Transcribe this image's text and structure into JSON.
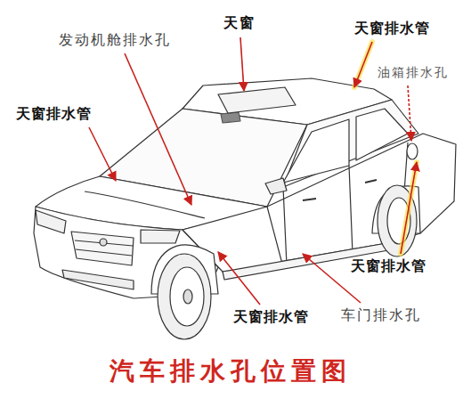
{
  "diagram": {
    "caption": "汽车排水孔位置图",
    "labels": [
      "天窗",
      "天窗排水管",
      "发动机舱排水孔",
      "油箱排水孔",
      "天窗排水管",
      "天窗排水管",
      "车门排水孔",
      "天窗排水管"
    ]
  }
}
